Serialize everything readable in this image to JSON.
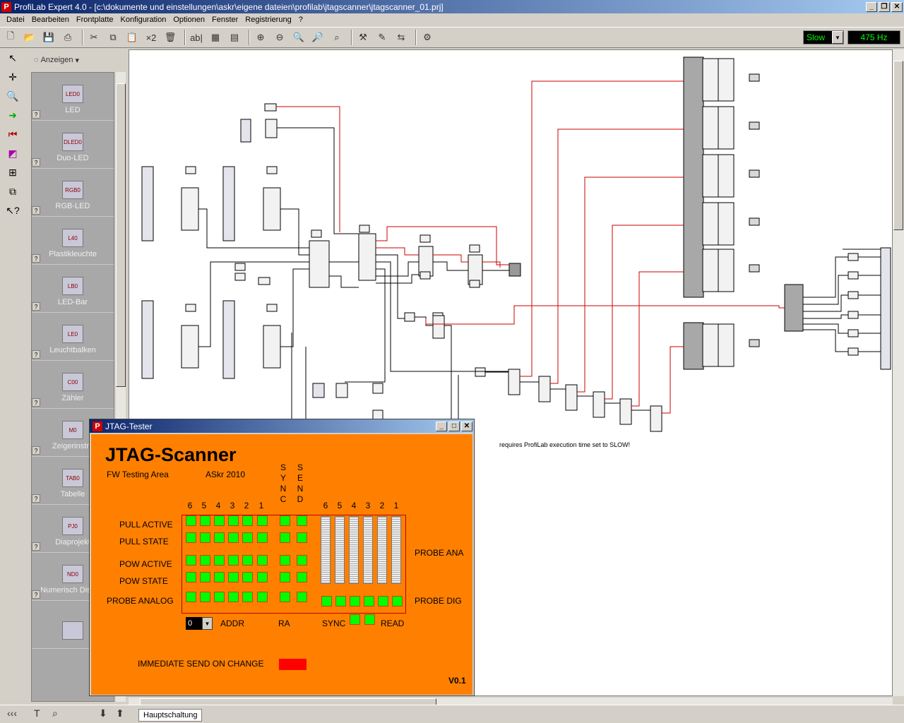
{
  "window": {
    "title": "ProfiLab Expert 4.0 - [c:\\dokumente und einstellungen\\askr\\eigene dateien\\profilab\\jtagscanner\\jtagscanner_01.prj]",
    "app_icon": "P"
  },
  "menu": [
    "Datei",
    "Bearbeiten",
    "Frontplatte",
    "Konfiguration",
    "Optionen",
    "Fenster",
    "Registrierung",
    "?"
  ],
  "toolbar": {
    "x2_label": "×2",
    "text_label": "ab|",
    "speed": "Slow",
    "frequency": "475 Hz"
  },
  "library": {
    "header": "Anzeigen",
    "items": [
      {
        "label": "LED",
        "thumb": "LED0"
      },
      {
        "label": "Duo-LED",
        "thumb": "DLED0"
      },
      {
        "label": "RGB-LED",
        "thumb": "RGB0"
      },
      {
        "label": "Plastikleuchte",
        "thumb": "L40"
      },
      {
        "label": "LED-Bar",
        "thumb": "LB0"
      },
      {
        "label": "Leuchtbalken",
        "thumb": "LE0"
      },
      {
        "label": "Zähler",
        "thumb": "C00"
      },
      {
        "label": "Zeigerinstru",
        "thumb": "M0"
      },
      {
        "label": "Tabelle",
        "thumb": "TAB0"
      },
      {
        "label": "Diaprojekt",
        "thumb": "PJ0"
      },
      {
        "label": "Numerisch Display",
        "thumb": "ND0"
      },
      {
        "label": "",
        "thumb": ""
      }
    ],
    "help": "?"
  },
  "canvas": {
    "note": "requires ProfiLab execution time set to SLOW!"
  },
  "bottom": {
    "tab": "Hauptschaltung",
    "nav": "‹‹‹"
  },
  "jtag": {
    "window_title": "JTAG-Tester",
    "title": "JTAG-Scanner",
    "subtitle_left": "FW Testing Area",
    "subtitle_right": "ASkr 2010",
    "sync_letters": [
      "S",
      "Y",
      "N",
      "C"
    ],
    "send_letters": [
      "S",
      "E",
      "N",
      "D"
    ],
    "left_cols": [
      "6",
      "5",
      "4",
      "3",
      "2",
      "1"
    ],
    "right_cols": [
      "6",
      "5",
      "4",
      "3",
      "2",
      "1"
    ],
    "rows": [
      "PULL ACTIVE",
      "PULL STATE",
      "POW ACTIVE",
      "POW STATE",
      "PROBE ANALOG"
    ],
    "probe_ana": "PROBE ANA",
    "probe_dig": "PROBE DIG",
    "addr_value": "0",
    "addr_label": "ADDR",
    "ra_label": "RA",
    "sync_label": "SYNC",
    "read_label": "READ",
    "immediate": "IMMEDIATE SEND ON CHANGE",
    "version": "V0.1",
    "led_color": "#00ff00",
    "panel_color": "#ff8000",
    "send_led_color": "#ff0000"
  }
}
